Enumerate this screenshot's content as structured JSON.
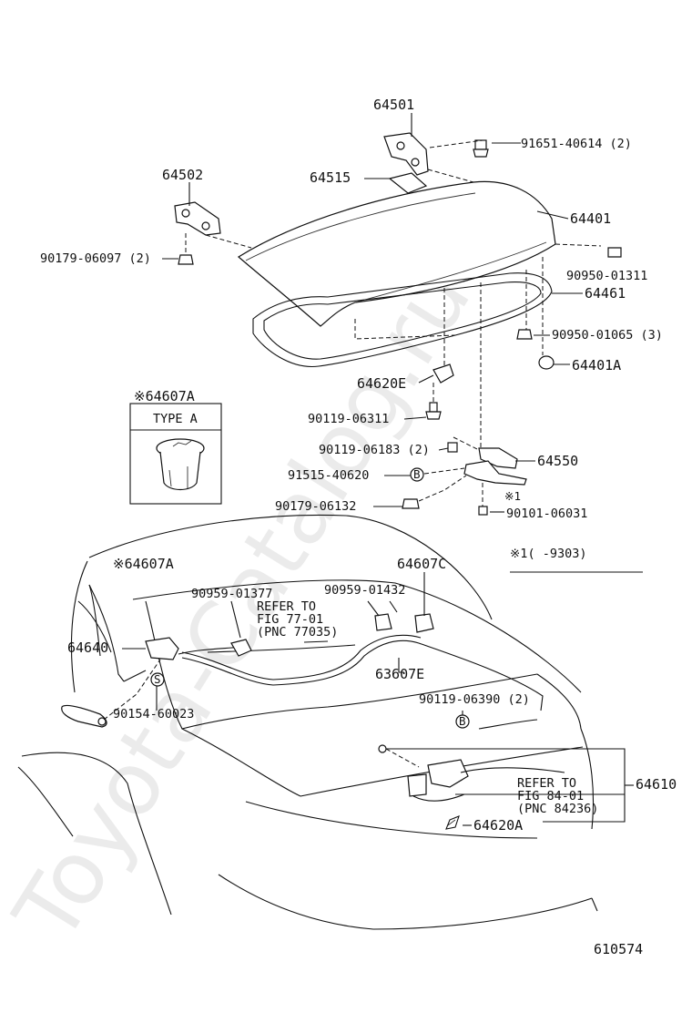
{
  "watermark": "Toyota-Catalog.ru",
  "diagram_number": "610574",
  "note": {
    "label": "※1(      -9303)"
  },
  "inset": {
    "title": "※64607A",
    "type_label": "TYPE A"
  },
  "labels": {
    "p64501": "64501",
    "p91651": "91651-40614 (2)",
    "p64502": "64502",
    "p64515": "64515",
    "p64401": "64401",
    "p90179_06097": "90179-06097 (2)",
    "p90950_01311": "90950-01311",
    "p64461": "64461",
    "p90950_01065": "90950-01065 (3)",
    "p64401A": "64401A",
    "p64620E": "64620E",
    "p90119_06311": "90119-06311",
    "p90119_06183": "90119-06183 (2)",
    "p64550": "64550",
    "p91515": "91515-40620",
    "star1": "※1",
    "p90179_06132": "90179-06132",
    "p90101": "90101-06031",
    "p64607A_main": "※64607A",
    "p64607C": "64607C",
    "p90959_01377": "90959-01377",
    "p90959_01432": "90959-01432",
    "refer1_l1": "REFER TO",
    "refer1_l2": "FIG 77-01",
    "refer1_l3": "(PNC 77035)",
    "p64640": "64640",
    "p63607E": "63607E",
    "p90154": "90154-60023",
    "p90119_06390": "90119-06390 (2)",
    "p64610": "64610",
    "refer2_l1": "REFER TO",
    "refer2_l2": "FIG 84-01",
    "refer2_l3": "(PNC 84236)",
    "p64620A": "64620A",
    "circ_b": "B",
    "circ_s": "S"
  }
}
